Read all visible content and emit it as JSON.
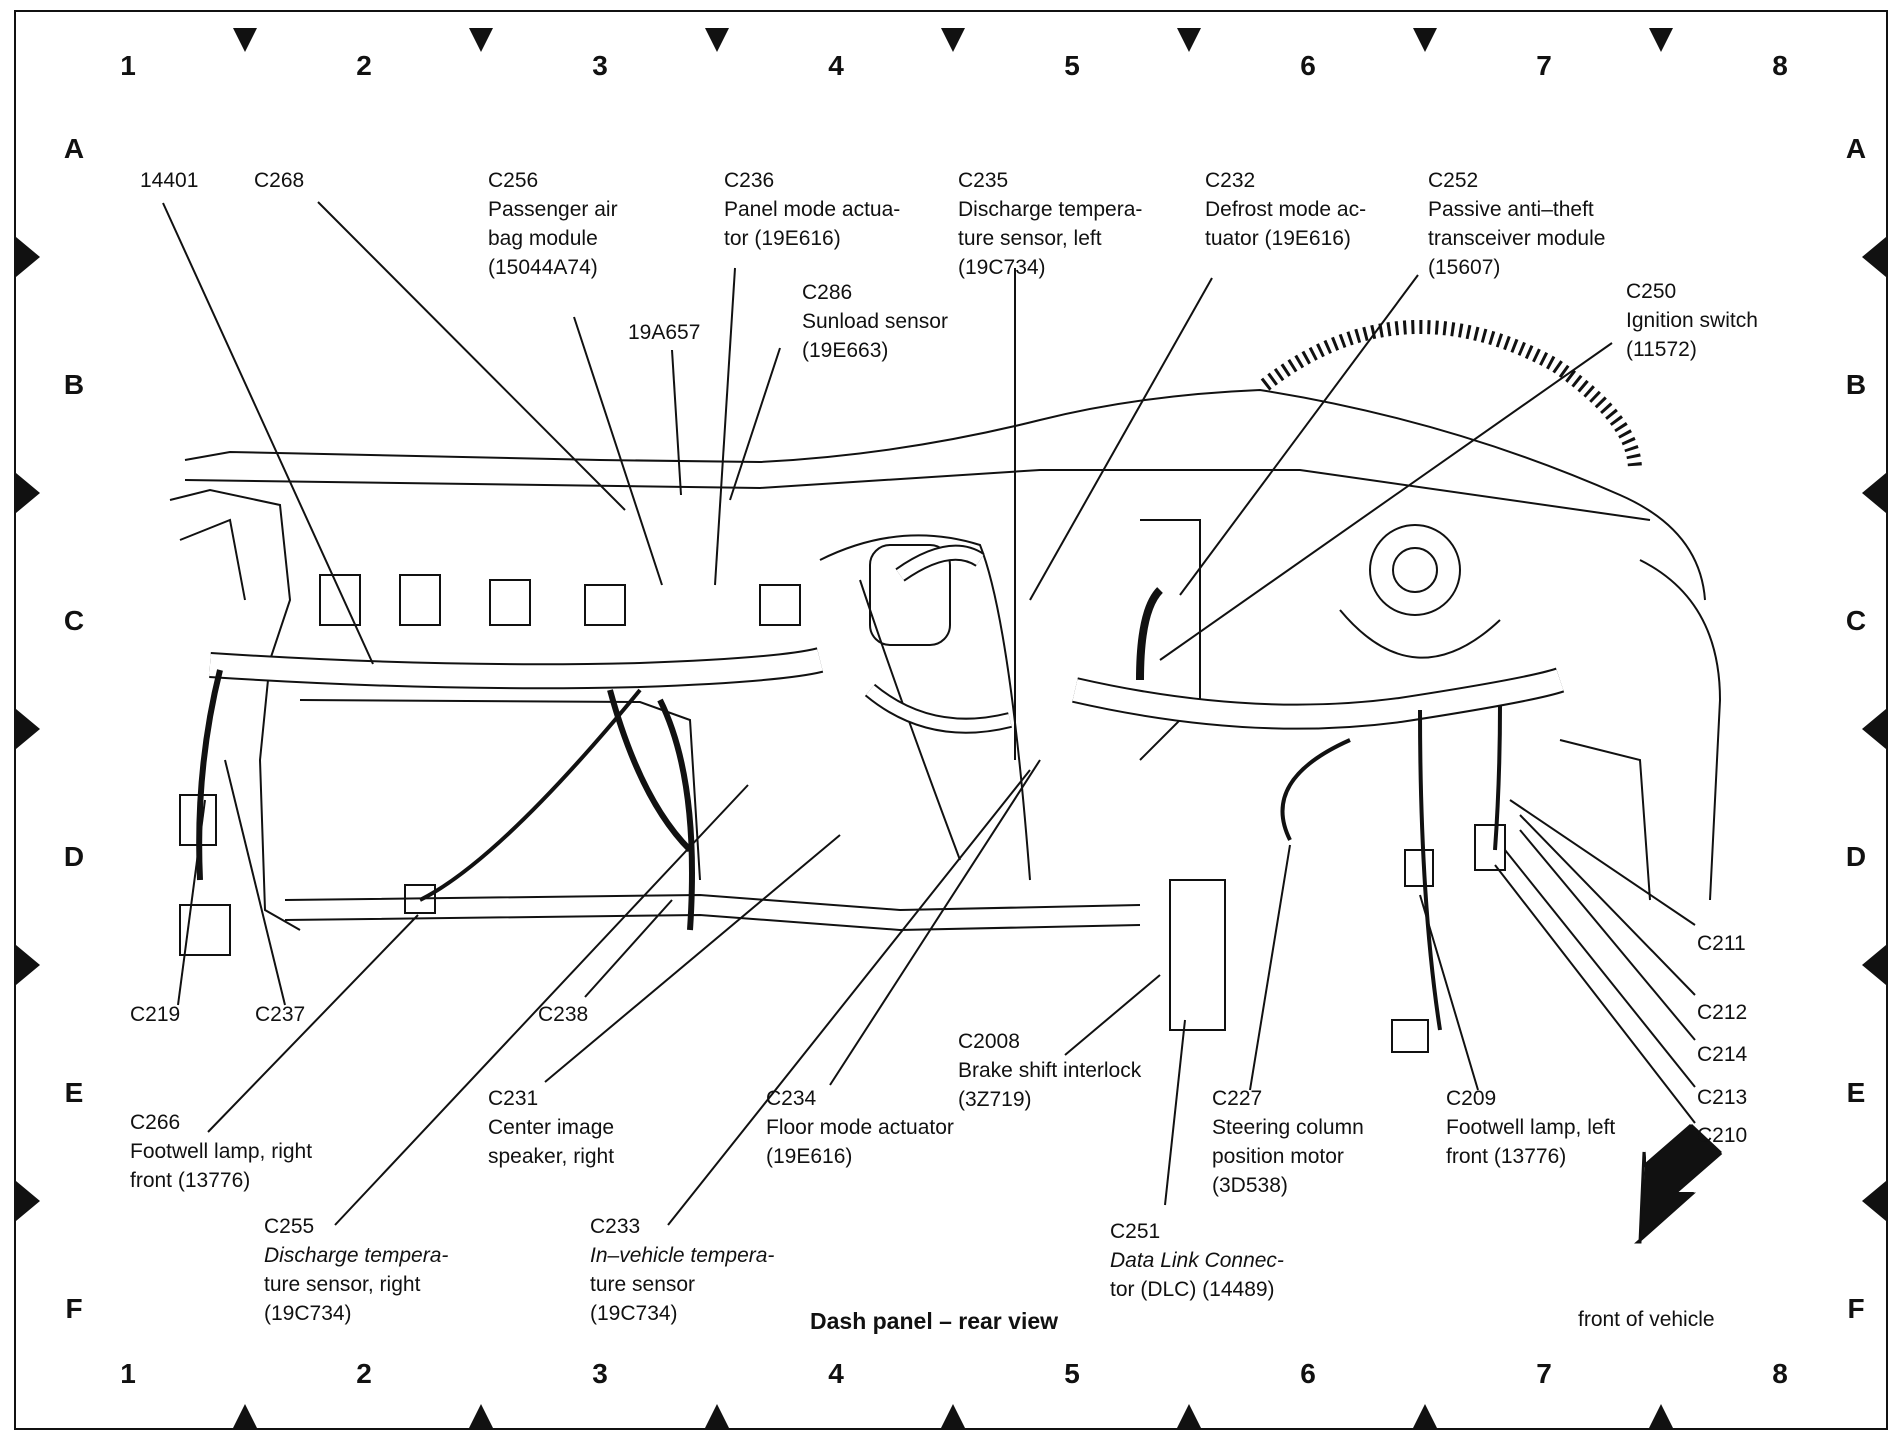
{
  "grid": {
    "columns": [
      "1",
      "2",
      "3",
      "4",
      "5",
      "6",
      "7",
      "8"
    ],
    "rows": [
      "A",
      "B",
      "C",
      "D",
      "E",
      "F"
    ]
  },
  "title": "Dash panel – rear view",
  "front_label": "front of vehicle",
  "callouts": {
    "c14401": [
      "14401"
    ],
    "c268": [
      "C268"
    ],
    "c256": [
      "C256",
      "Passenger air",
      "bag module",
      "(15044A74)"
    ],
    "c19a657": [
      "19A657"
    ],
    "c236": [
      "C236",
      "Panel mode actua-",
      "tor (19E616)"
    ],
    "c286": [
      "C286",
      "Sunload sensor",
      "(19E663)"
    ],
    "c235": [
      "C235",
      "Discharge tempera-",
      "ture sensor, left",
      "(19C734)"
    ],
    "c232": [
      "C232",
      "Defrost mode ac-",
      "tuator (19E616)"
    ],
    "c252": [
      "C252",
      "Passive anti–theft",
      "transceiver module",
      "(15607)"
    ],
    "c250": [
      "C250",
      "Ignition switch",
      "(11572)"
    ],
    "c219": [
      "C219"
    ],
    "c237": [
      "C237"
    ],
    "c238": [
      "C238"
    ],
    "c266": [
      "C266",
      "Footwell lamp, right",
      "front (13776)"
    ],
    "c231": [
      "C231",
      "Center image",
      "speaker, right"
    ],
    "c234": [
      "C234",
      "Floor mode actuator",
      "(19E616)"
    ],
    "c2008": [
      "C2008",
      "Brake shift interlock",
      "(3Z719)"
    ],
    "c227": [
      "C227",
      "Steering column",
      "position motor",
      "(3D538)"
    ],
    "c209": [
      "C209",
      "Footwell lamp, left",
      "front (13776)"
    ],
    "c211": [
      "C211"
    ],
    "c212": [
      "C212"
    ],
    "c214": [
      "C214"
    ],
    "c213": [
      "C213"
    ],
    "c210": [
      "C210"
    ],
    "c255": [
      "C255",
      "Discharge tempera-",
      "ture sensor, right",
      "(19C734)"
    ],
    "c233": [
      "C233",
      "In–vehicle tempera-",
      "ture sensor",
      "(19C734)"
    ],
    "c251": [
      "C251",
      "Data Link Connec-",
      "tor (DLC) (14489)"
    ]
  }
}
